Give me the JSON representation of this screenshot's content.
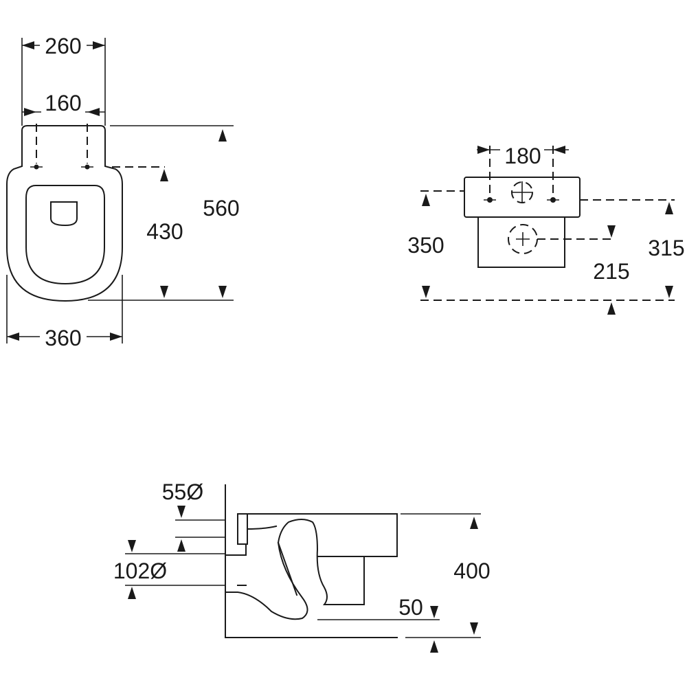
{
  "dimensions": {
    "front_width_top": "260",
    "front_hole_spacing": "160",
    "front_total_length": "560",
    "front_hole_to_front": "430",
    "front_width_bowl": "360",
    "back_hole_spacing": "180",
    "back_bolt_height": "350",
    "back_drain_height": "215",
    "back_top_height": "315",
    "side_inlet_diameter": "55Ø",
    "side_outlet_diameter": "102Ø",
    "side_total_height": "400",
    "side_gap": "50"
  }
}
